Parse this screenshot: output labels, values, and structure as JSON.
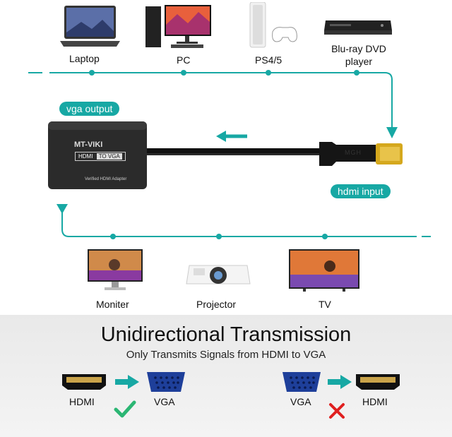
{
  "colors": {
    "accent": "#17a8a4",
    "check": "#2bb673",
    "cross": "#e02020"
  },
  "sources": [
    {
      "label": "Laptop",
      "icon": "laptop-icon"
    },
    {
      "label": "PC",
      "icon": "desktop-pc-icon"
    },
    {
      "label": "PS4/5",
      "icon": "game-console-icon"
    },
    {
      "label": "Blu-ray DVD\nplayer",
      "icon": "bluray-player-icon"
    }
  ],
  "adapter": {
    "brand": "MT-VIKI",
    "model": "HDMI",
    "model2": "TO VGA",
    "caption": "Verified HDMI Adapter",
    "cable_text": "MGH"
  },
  "tags": {
    "vga_output": "vga output",
    "hdmi_input": "hdmi input"
  },
  "outputs": [
    {
      "label": "Moniter",
      "icon": "monitor-icon"
    },
    {
      "label": "Projector",
      "icon": "projector-icon"
    },
    {
      "label": "TV",
      "icon": "tv-icon"
    }
  ],
  "info": {
    "title": "Unidirectional Transmission",
    "subtitle": "Only Transmits Signals from HDMI to VGA"
  },
  "diagram": {
    "left": {
      "from": "HDMI",
      "to": "VGA",
      "status": "check-icon"
    },
    "right": {
      "from": "VGA",
      "to": "HDMI",
      "status": "cross-icon"
    }
  }
}
